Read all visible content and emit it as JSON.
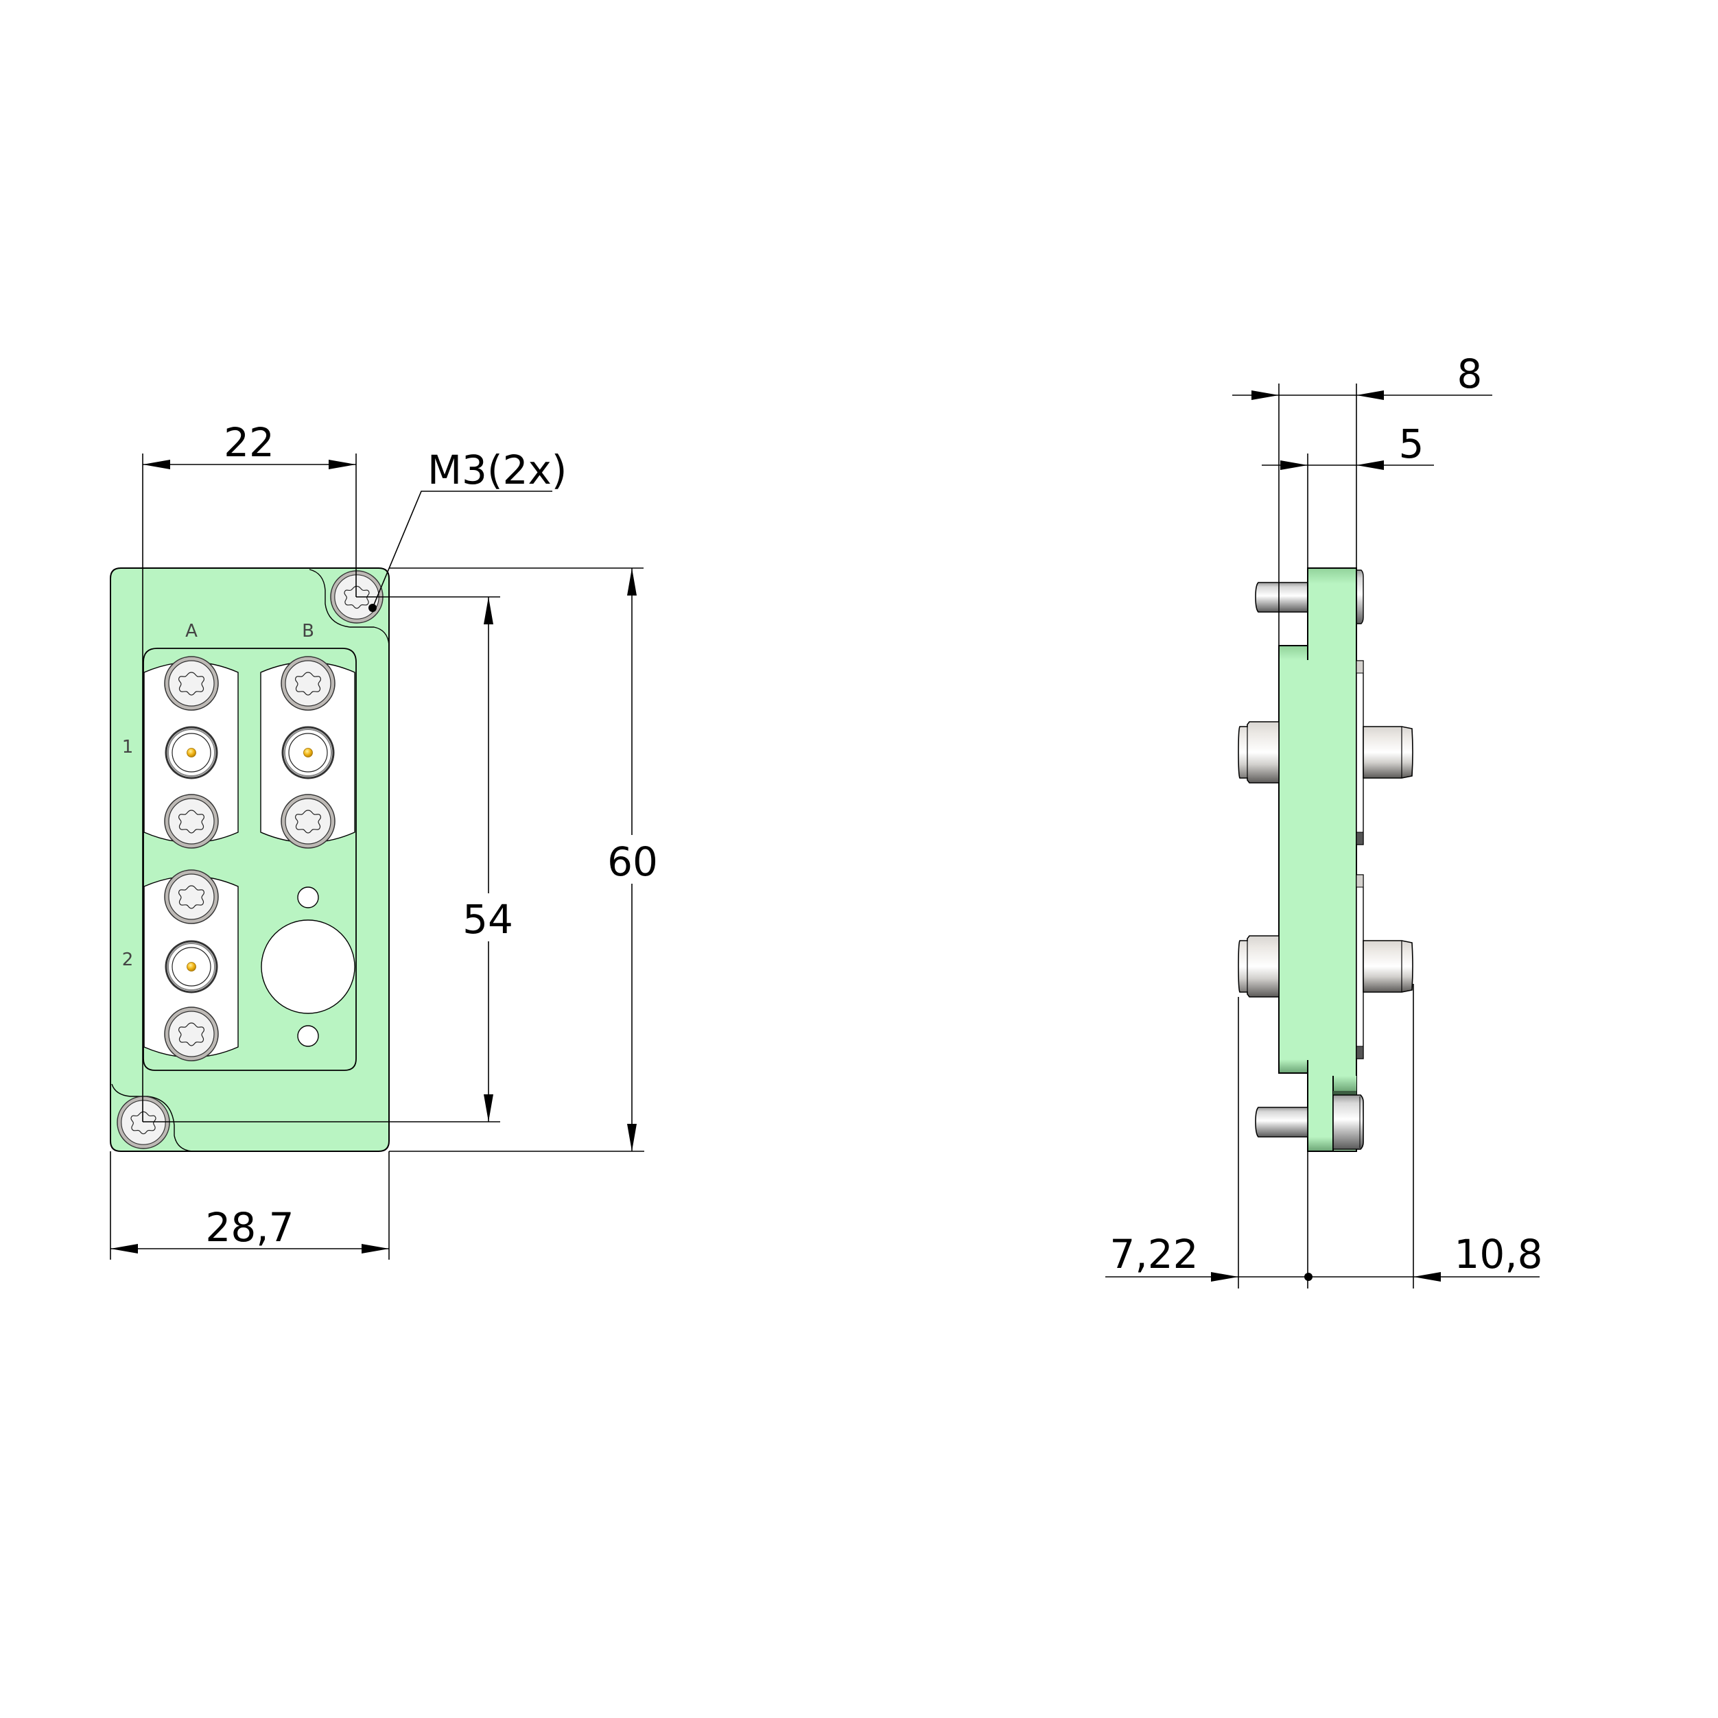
{
  "drawing": {
    "colors": {
      "plate": "#b9f4c2",
      "plate_shadow": "#93d49c",
      "insert": "#ffffff",
      "screw_face": "#f2f2f2",
      "screw_ring": "#b5b1ad",
      "contact_pin": "#f3b71a",
      "metal_light": "#eeeeee",
      "metal_dark": "#6e6e6e",
      "line": "#000000",
      "label": "#444444"
    },
    "front_view": {
      "column_labels": [
        "A",
        "B"
      ],
      "row_labels": [
        "1",
        "2"
      ],
      "thread_callout": "M3(2x)",
      "dimensions": {
        "hole_spacing_x": "22",
        "hole_spacing_y": "54",
        "height": "60",
        "width": "28,7"
      }
    },
    "side_view": {
      "dimensions": {
        "overall_depth": "8",
        "plate_thickness": "5",
        "rear_protrusion": "7,22",
        "front_protrusion": "10,8"
      }
    }
  }
}
